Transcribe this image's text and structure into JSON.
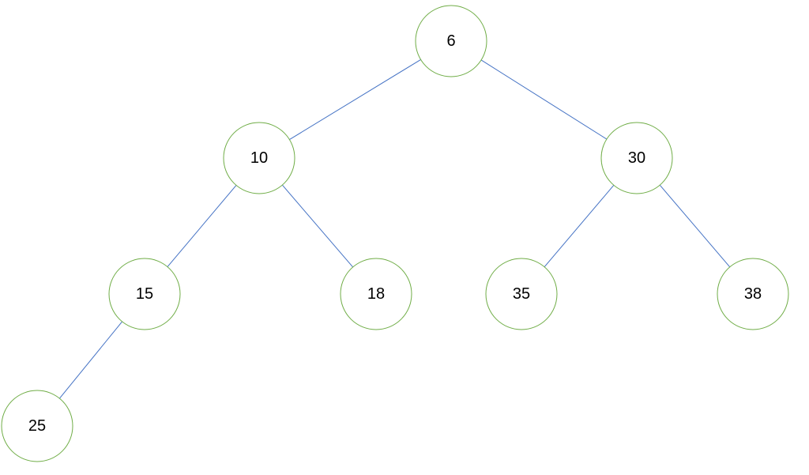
{
  "diagram": {
    "nodes": [
      {
        "id": "n6",
        "label": "6"
      },
      {
        "id": "n10",
        "label": "10"
      },
      {
        "id": "n30",
        "label": "30"
      },
      {
        "id": "n15",
        "label": "15"
      },
      {
        "id": "n18",
        "label": "18"
      },
      {
        "id": "n35",
        "label": "35"
      },
      {
        "id": "n38",
        "label": "38"
      },
      {
        "id": "n25",
        "label": "25"
      }
    ],
    "edges": [
      {
        "from": "n6",
        "to": "n10"
      },
      {
        "from": "n6",
        "to": "n30"
      },
      {
        "from": "n10",
        "to": "n15"
      },
      {
        "from": "n10",
        "to": "n18"
      },
      {
        "from": "n30",
        "to": "n35"
      },
      {
        "from": "n30",
        "to": "n38"
      },
      {
        "from": "n15",
        "to": "n25"
      }
    ],
    "colors": {
      "node_stroke": "#70ad47",
      "edge_stroke": "#4472c4",
      "node_fill": "#ffffff",
      "text": "#000000"
    }
  }
}
